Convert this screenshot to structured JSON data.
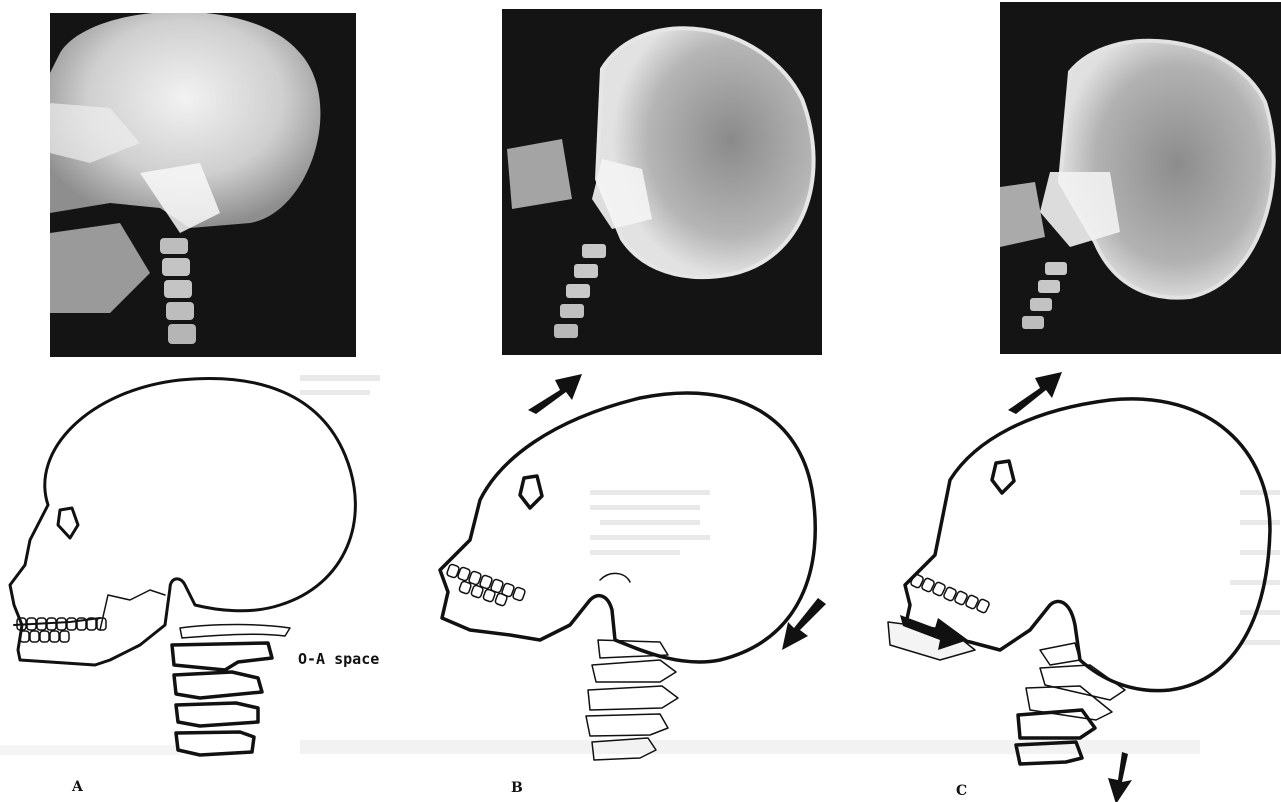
{
  "figure": {
    "panels": [
      {
        "id": "A",
        "letter": "A"
      },
      {
        "id": "B",
        "letter": "B"
      },
      {
        "id": "C",
        "letter": "C"
      }
    ],
    "annotations": {
      "oa_space": "O-A space"
    },
    "colors": {
      "xray_background": "#141414",
      "bone": "#e6e6e6",
      "outline": "#111111",
      "arrow": "#111111"
    },
    "icons": [
      "arrow-up-right-icon",
      "arrow-down-left-icon",
      "arrow-down-right-icon",
      "arrow-down-icon"
    ]
  }
}
